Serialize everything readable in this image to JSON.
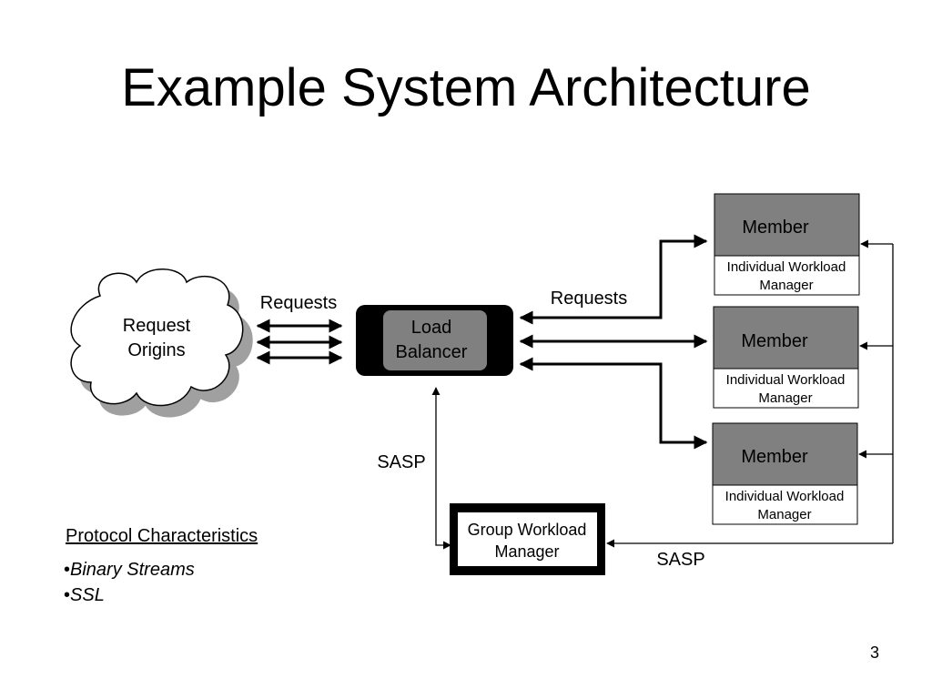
{
  "slide": {
    "title": "Example System Architecture",
    "page_number": "3"
  },
  "cloud": {
    "line1": "Request",
    "line2": "Origins"
  },
  "load_balancer": {
    "line1": "Load",
    "line2": "Balancer"
  },
  "members": [
    {
      "label": "Member",
      "iwm_line1": "Individual Workload",
      "iwm_line2": "Manager"
    },
    {
      "label": "Member",
      "iwm_line1": "Individual Workload",
      "iwm_line2": "Manager"
    },
    {
      "label": "Member",
      "iwm_line1": "Individual Workload",
      "iwm_line2": "Manager"
    }
  ],
  "gwm": {
    "line1": "Group Workload",
    "line2": "Manager"
  },
  "edge_labels": {
    "requests_left": "Requests",
    "requests_right": "Requests",
    "sasp_vertical": "SASP",
    "sasp_bottom": "SASP"
  },
  "protocol": {
    "heading": "Protocol Characteristics",
    "items": [
      "Binary Streams",
      "SSL"
    ]
  },
  "colors": {
    "member_fill": "#808080",
    "lb_fill": "#808080",
    "lb_border": "#000000",
    "cloud_shadow": "#a0a0a0"
  }
}
